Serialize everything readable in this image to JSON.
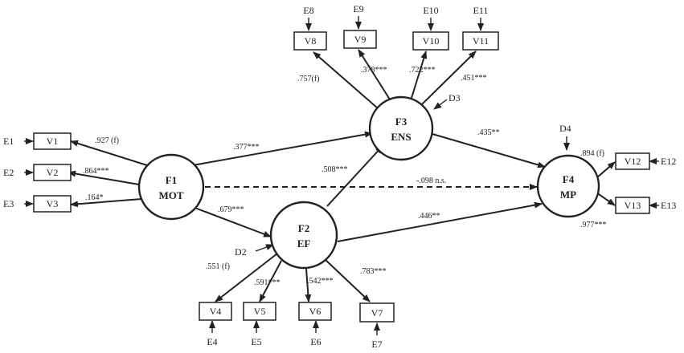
{
  "factors": {
    "F1": {
      "id": "F1",
      "name": "MOT"
    },
    "F2": {
      "id": "F2",
      "name": "EF"
    },
    "F3": {
      "id": "F3",
      "name": "ENS"
    },
    "F4": {
      "id": "F4",
      "name": "MP"
    }
  },
  "indicators": [
    "V1",
    "V2",
    "V3",
    "V4",
    "V5",
    "V6",
    "V7",
    "V8",
    "V9",
    "V10",
    "V11",
    "V12",
    "V13"
  ],
  "errors": [
    "E1",
    "E2",
    "E3",
    "E4",
    "E5",
    "E6",
    "E7",
    "E8",
    "E9",
    "E10",
    "E11",
    "E12",
    "E13"
  ],
  "disturbances": [
    "D2",
    "D3",
    "D4"
  ],
  "loadings": {
    "V1": ".927 (f)",
    "V2": ".864***",
    "V3": ".164*",
    "V4": ".551 (f)",
    "V5": ".591***",
    "V6": ".542***",
    "V7": ".783***",
    "V8": ".757(f)",
    "V9": ".378***",
    "V10": ".722***",
    "V11": ".451***",
    "V12": ".894 (f)",
    "V13": ".977***"
  },
  "structural_paths": {
    "F1_F3": ".377***",
    "F1_F2": ".679***",
    "F2_F3": ".508***",
    "F1_F4": "-.098 n.s.",
    "F3_F4": ".435**",
    "F2_F4": ".446**"
  }
}
